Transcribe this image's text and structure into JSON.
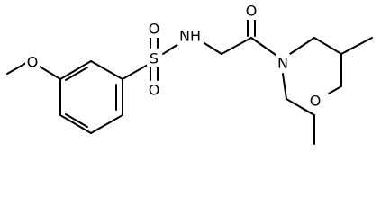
{
  "molecule": {
    "colors": {
      "bond": "#000000",
      "label": "#000000",
      "background": "#ffffff"
    },
    "atoms": {
      "o_methoxy": "O",
      "s_sulfonyl": "S",
      "o_sulfonyl_top": "O",
      "o_sulfonyl_bottom": "O",
      "n_amide": "NH",
      "o_carbonyl": "O",
      "n_morpholine": "N",
      "o_morpholine": "O"
    }
  }
}
